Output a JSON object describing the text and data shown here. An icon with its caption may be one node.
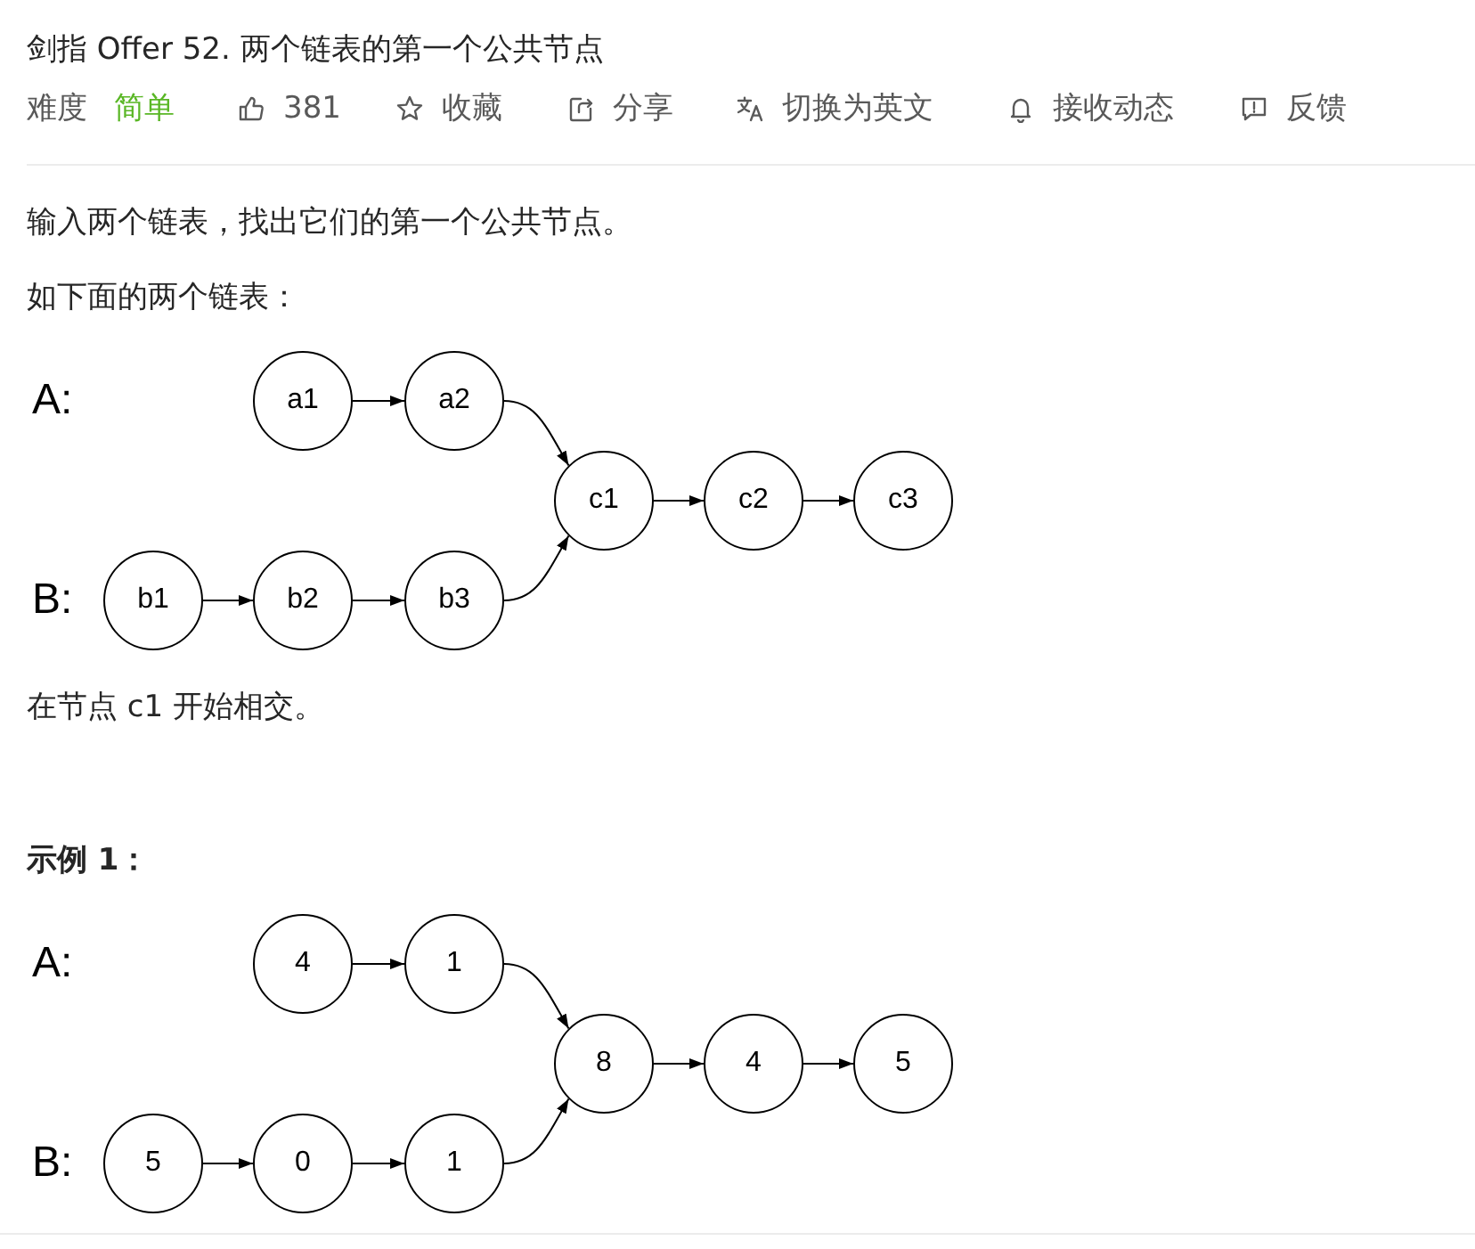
{
  "diagram": {
    "title": "剑指 Offer 52. 两个链表的第一个公共节点",
    "nodes": [
      {
        "text": [
          "a1"
        ]
      },
      {
        "text": [
          "a2"
        ]
      },
      {
        "text": [
          "c1"
        ]
      },
      {
        "text": [
          "c2"
        ]
      },
      {
        "text": [
          "c3"
        ]
      },
      {
        "text": [
          "b1"
        ]
      },
      {
        "text": [
          "b2"
        ]
      },
      {
        "text": [
          "b3"
        ]
      },
      {
        "text": [
          "4"
        ]
      },
      {
        "text": [
          "1"
        ]
      },
      {
        "text": [
          "8"
        ]
      },
      {
        "text": [
          "4"
        ]
      },
      {
        "text": [
          "5"
        ]
      },
      {
        "text": [
          "5"
        ]
      },
      {
        "text": [
          "0"
        ]
      },
      {
        "text": [
          "1"
        ]
      }
    ],
    "edges": [
      {
        "from": 0,
        "to": 1,
        "arrow": "to"
      },
      {
        "from": 1,
        "to": 2,
        "arrow": "to"
      },
      {
        "from": 2,
        "to": 3,
        "arrow": "to"
      },
      {
        "from": 3,
        "to": 4,
        "arrow": "to"
      },
      {
        "from": 5,
        "to": 6,
        "arrow": "to"
      },
      {
        "from": 6,
        "to": 7,
        "arrow": "to"
      },
      {
        "from": 7,
        "to": 2,
        "arrow": "to"
      },
      {
        "from": 8,
        "to": 9,
        "arrow": "to"
      },
      {
        "from": 9,
        "to": 10,
        "arrow": "to"
      },
      {
        "from": 10,
        "to": 11,
        "arrow": "to"
      },
      {
        "from": 11,
        "to": 12,
        "arrow": "to"
      },
      {
        "from": 13,
        "to": 14,
        "arrow": "to"
      },
      {
        "from": 14,
        "to": 15,
        "arrow": "to"
      },
      {
        "from": 15,
        "to": 10,
        "arrow": "to"
      }
    ],
    "labels": [
      "难度",
      "简单",
      "381",
      "收藏",
      "分享",
      "切换为英文",
      "接收动态",
      "反馈",
      "输入两个链表，找出它们的第一个公共节点。",
      "如下面的两个链表：",
      "A:",
      "B:",
      "在节点 c1 开始相交。",
      "示例 1：",
      "A:",
      "B:"
    ]
  }
}
